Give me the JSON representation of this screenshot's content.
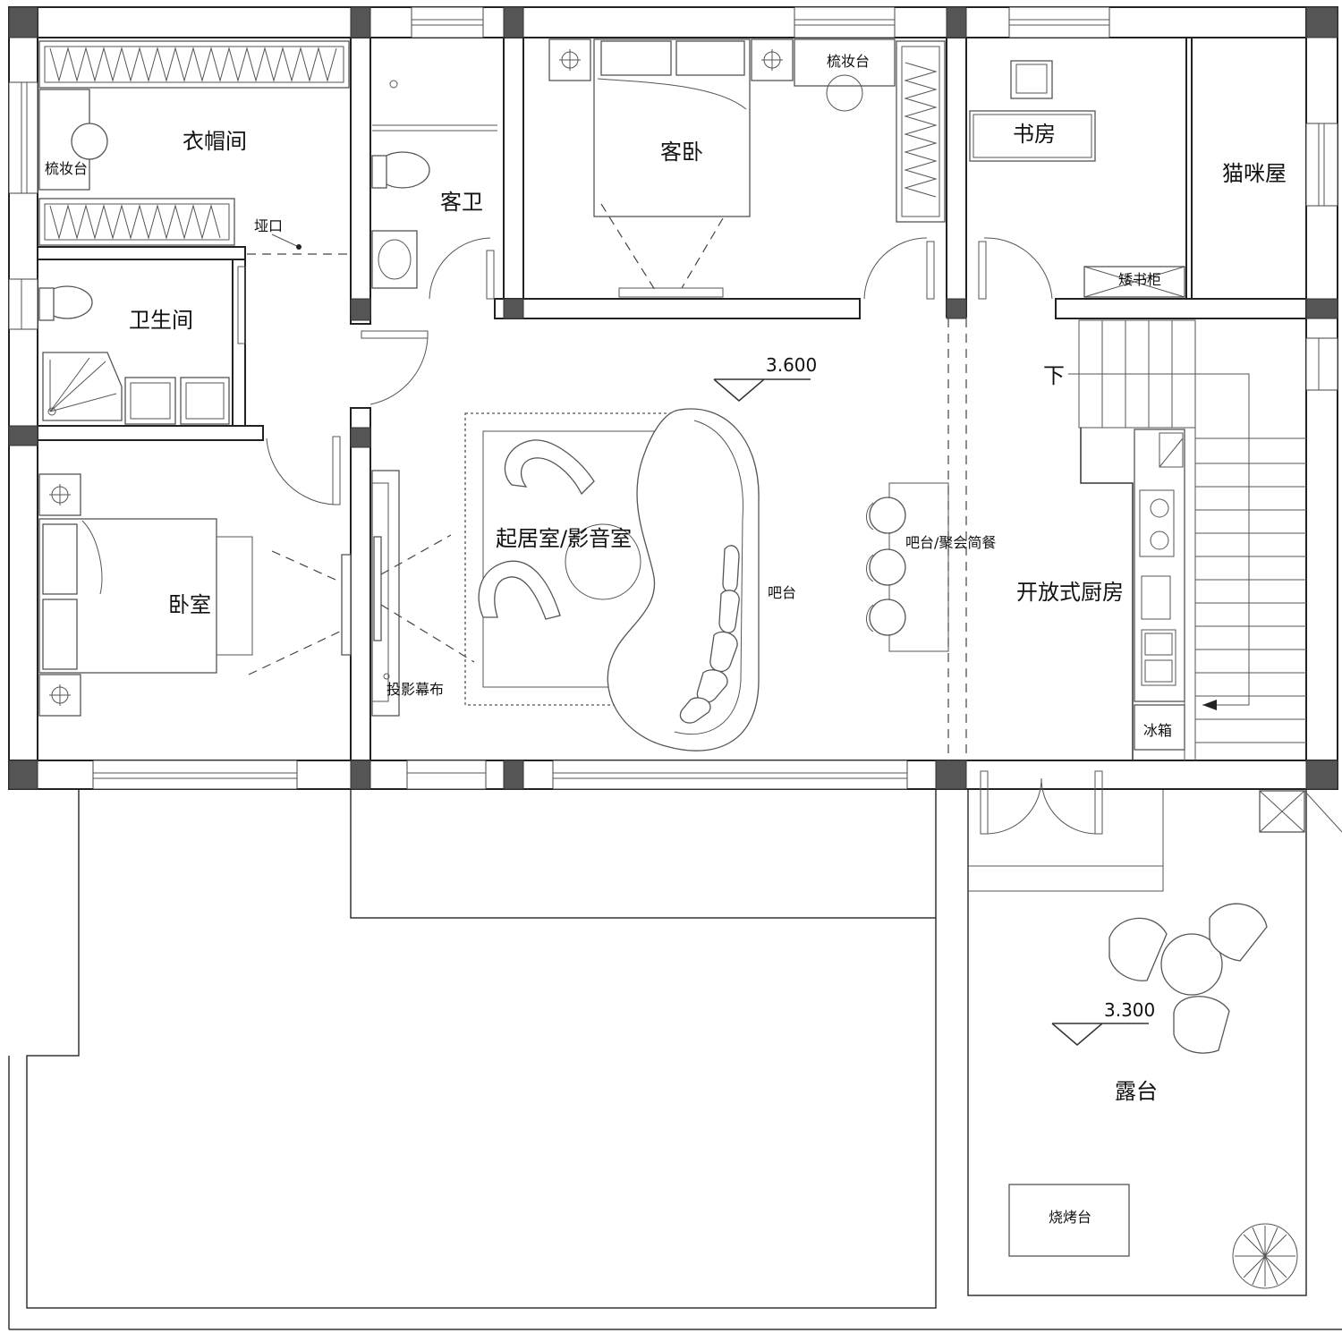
{
  "rooms": {
    "cloakroom": "衣帽间",
    "dresser_left": "梳妆台",
    "opening": "垭口",
    "bathroom": "卫生间",
    "bedroom": "卧室",
    "guest_bath": "客卫",
    "guest_bedroom": "客卧",
    "dresser_guest": "梳妆台",
    "study": "书房",
    "cat_room": "猫咪屋",
    "low_bookcase": "矮书柜",
    "living_theater": "起居室/影音室",
    "bar_counter": "吧台",
    "bar_dining": "吧台/聚会简餐",
    "open_kitchen": "开放式厨房",
    "fridge": "冰箱",
    "projector_screen": "投影幕布",
    "stair_down": "下",
    "terrace": "露台",
    "bbq": "烧烤台"
  },
  "elevations": {
    "main": "3.600",
    "terrace": "3.300"
  }
}
